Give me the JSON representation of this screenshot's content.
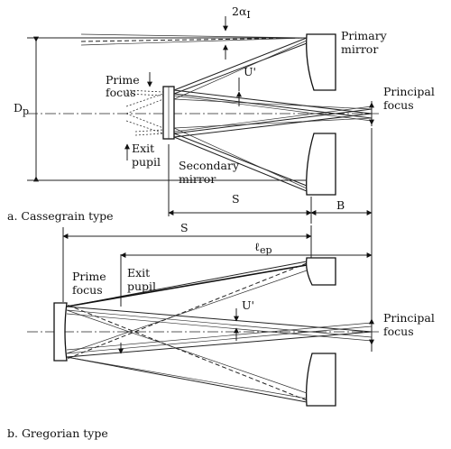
{
  "labels": {
    "angle_2alpha": "2α",
    "angle_sub": "I",
    "dp": "D",
    "dp_sub": "p",
    "primary_mirror_1": "Primary",
    "primary_mirror_2": "mirror",
    "u_prime_a": "U'",
    "prime_focus_a_1": "Prime",
    "prime_focus_a_2": "focus",
    "principal_focus_a_1": "Principal",
    "principal_focus_a_2": "focus",
    "exit_pupil_a_1": "Exit",
    "exit_pupil_a_2": "pupil",
    "secondary_mirror_1": "Secondary",
    "secondary_mirror_2": "mirror",
    "s_a": "S",
    "b": "B",
    "caption_a": "a.  Cassegrain type",
    "s_b": "S",
    "lep": "ℓ",
    "lep_sub": "ep",
    "prime_focus_b_1": "Prime",
    "prime_focus_b_2": "focus",
    "exit_pupil_b_1": "Exit",
    "exit_pupil_b_2": "pupil",
    "u_prime_b": "U'",
    "principal_focus_b_1": "Principal",
    "principal_focus_b_2": "focus",
    "caption_b": "b.  Gregorian type"
  }
}
